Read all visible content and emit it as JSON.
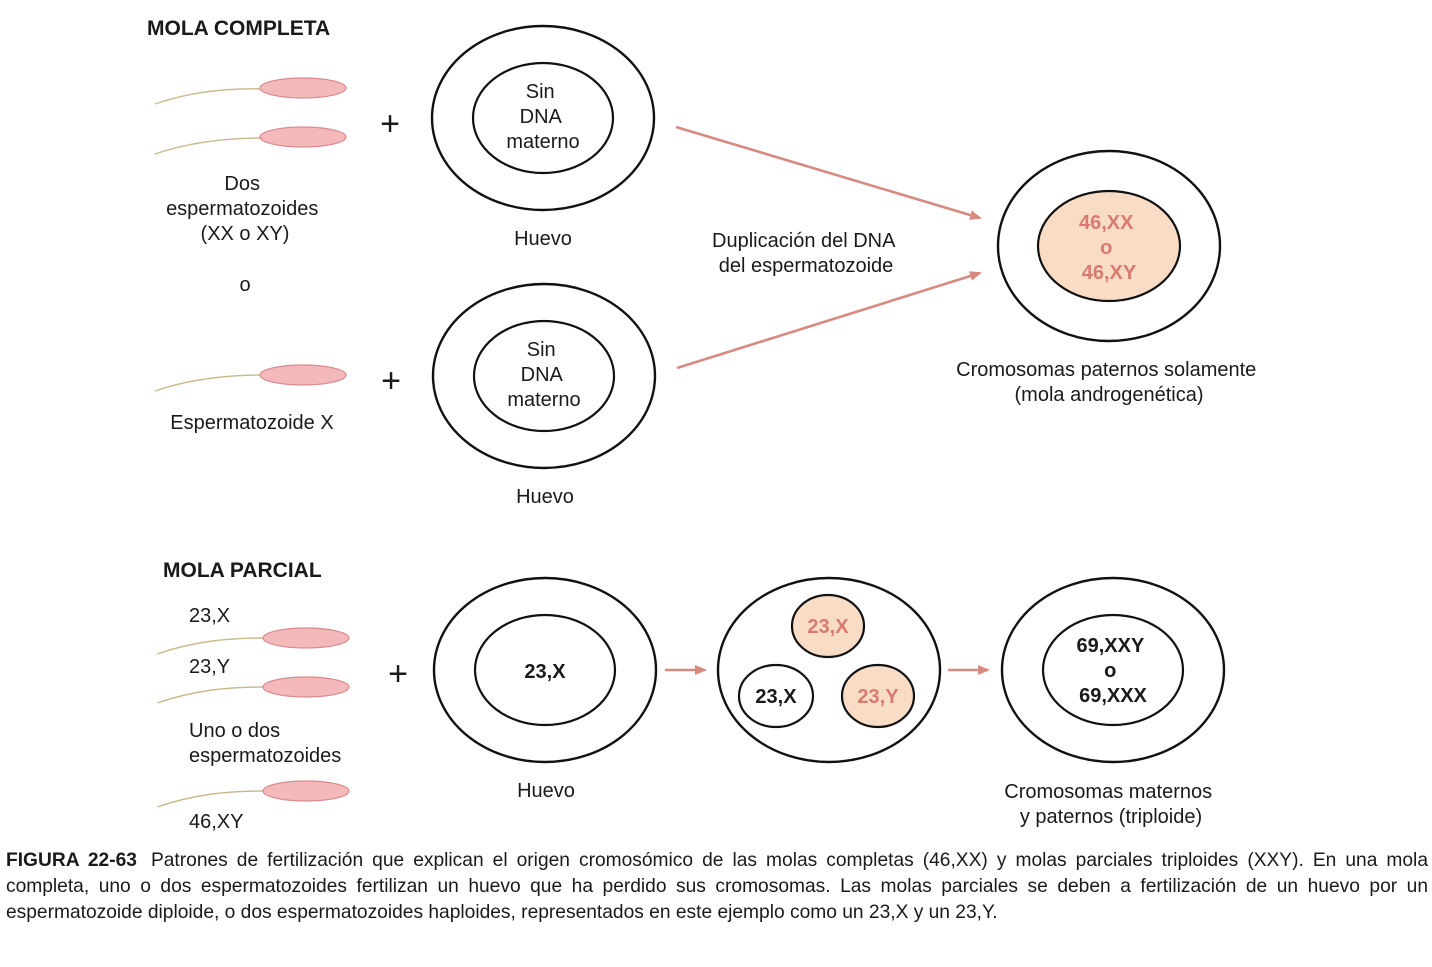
{
  "complete_mole": {
    "heading": "MOLA COMPLETA",
    "two_sperm_label": [
      "Dos",
      "espermatozoides",
      "(XX o XY)"
    ],
    "or_label": "o",
    "x_sperm_label": "Espermatozoide X",
    "plus": "+",
    "egg_inner_text": [
      "Sin",
      "DNA",
      "materno"
    ],
    "egg_label": "Huevo",
    "duplication_label": [
      "Duplicación del DNA",
      "del espermatozoide"
    ],
    "result_inner": [
      "46,XX",
      "o",
      "46,XY"
    ],
    "result_label": [
      "Cromosomas paternos solamente",
      "(mola androgenética)"
    ]
  },
  "partial_mole": {
    "heading": "MOLA PARCIAL",
    "sperm_labels": [
      "23,X",
      "23,Y",
      "46,XY"
    ],
    "sperm_note": [
      "Uno o dos",
      "espermatozoides"
    ],
    "plus": "+",
    "egg_inner": "23,X",
    "egg_label": "Huevo",
    "fertilized_nuclei": [
      "23,X",
      "23,X",
      "23,Y"
    ],
    "result_inner": [
      "69,XXY",
      "o",
      "69,XXX"
    ],
    "result_label": [
      "Cromosomas maternos",
      "y paternos (triploide)"
    ]
  },
  "colors": {
    "paternal_text": "#d97a70",
    "paternal_fill": "#f9dcc6",
    "sperm_head": "#f3b9bb",
    "arrow": "#d98a80"
  },
  "caption": {
    "figure_label": "FIGURA 22-63",
    "text": "Patrones de fertilización que explican el origen cromosómico de las molas completas (46,XX) y molas parciales triploides (XXY). En una mola completa, uno o dos espermatozoides fertilizan un huevo que ha perdido sus cromosomas. Las molas parciales se deben a fertilización de un huevo por un espermatozoide diploide, o dos espermatozoides haploides, representados en este ejemplo como un 23,X y un 23,Y."
  }
}
